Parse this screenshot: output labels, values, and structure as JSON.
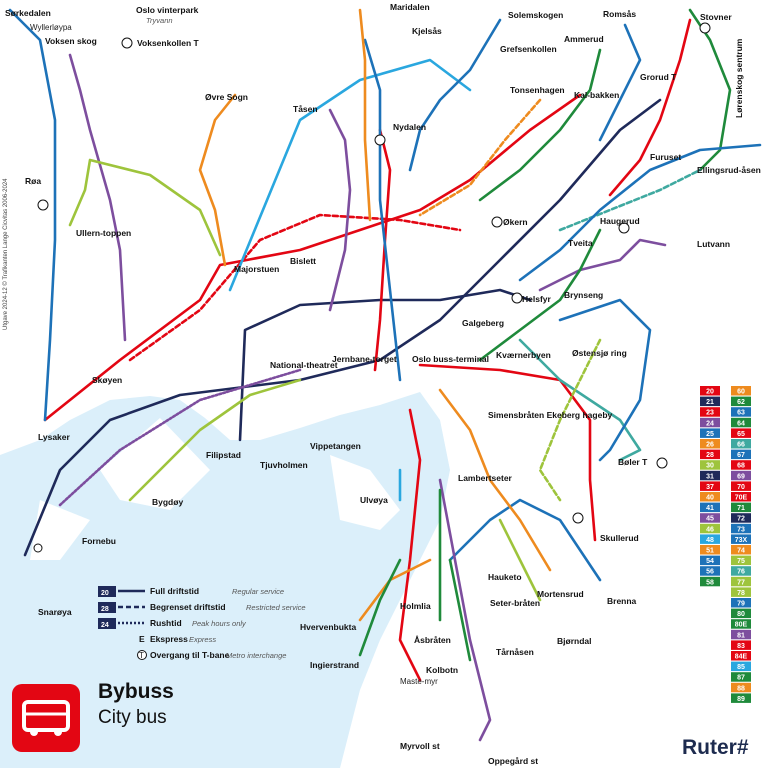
{
  "title": {
    "main": "Bybuss",
    "sub": "City bus"
  },
  "brand": "Ruter#",
  "copyright": "Utgave 2024-12 © Trafikanten Lange Cicvitas 2006-2024",
  "colors": {
    "red": "#e30613",
    "darkred": "#b5121b",
    "navy": "#1f2a5a",
    "blue": "#1d72b8",
    "lightblue": "#2aa7df",
    "teal": "#3fa9a0",
    "purple": "#7d4e9e",
    "green": "#5ea53c",
    "lime": "#9ec43c",
    "orange": "#ee8b1f",
    "darkgreen": "#1f8a3b",
    "water": "#dbeffa"
  },
  "legend": [
    {
      "num": "20",
      "label": "Full driftstid",
      "en": "Regular service"
    },
    {
      "num": "28",
      "label": "Begrenset driftstid",
      "en": "Restricted service"
    },
    {
      "num": "24",
      "label": "Rushtid",
      "en": "Peak hours only"
    },
    {
      "num": "E",
      "label": "Ekspress",
      "en": "Express"
    },
    {
      "num": "T",
      "label": "Overgang til T-bane",
      "en": "Metro interchange"
    }
  ],
  "route_list": {
    "left": [
      "20",
      "21",
      "23",
      "24",
      "25",
      "26",
      "28",
      "30",
      "31",
      "37",
      "40",
      "41",
      "45",
      "46",
      "48",
      "51",
      "54",
      "56",
      "58"
    ],
    "right": [
      "60",
      "62",
      "63",
      "64",
      "65",
      "66",
      "67",
      "68",
      "69",
      "70",
      "70E",
      "71",
      "72",
      "73",
      "73X",
      "74",
      "75",
      "76",
      "77",
      "78",
      "79",
      "80",
      "80E",
      "81",
      "83",
      "84E",
      "85",
      "87",
      "88",
      "89"
    ]
  },
  "stops": {
    "Sorkedalen": "Sørkedalen",
    "Wyllerloypa": "Wyllerløypa",
    "Voksen_skog": "Voksen skog",
    "Oslo_vinterpark": "Oslo vinterpark",
    "Tryvann": "Tryvann",
    "Voksenkollen": "Voksenkollen T",
    "Maridalen": "Maridalen",
    "Solemskogen": "Solemskogen",
    "Kjelsaas": "Kjelsås",
    "Romsaas": "Romsås",
    "Stovner": "Stovner",
    "Grefsenkollen": "Grefsenkollen",
    "Ammerud": "Ammerud",
    "Grorud": "Grorud T",
    "Kalbakken": "Kal-bakken",
    "Tonsenhagen": "Tonsenhagen",
    "Ovre_Sogn": "Øvre Sogn",
    "Tasen": "Tåsen",
    "Nydalen": "Nydalen",
    "Roa": "Røa",
    "Ullerntoppen": "Ullern-toppen",
    "Majorstuen": "Majorstuen",
    "Bislett": "Bislett",
    "Okern": "Økern",
    "Tveita": "Tveita",
    "Lutvann": "Lutvann",
    "Haugerud": "Haugerud",
    "Furuset": "Furuset",
    "Ellingsrudaasen": "Ellingsrud-åsen",
    "Helsfyr": "Helsfyr",
    "Brynseng": "Brynseng",
    "Galgeberg": "Galgeberg",
    "Skoyen": "Skøyen",
    "Nationaltheatret": "National-theatret",
    "Jernbanetorget": "Jernbane-torget",
    "Oslo_bussterminal": "Oslo buss-terminal",
    "Kvaernerbyen": "Kværnerbyen",
    "Ostensjo_ring": "Østensjø ring",
    "Lysaker": "Lysaker",
    "Filipstad": "Filipstad",
    "Tjuvholmen": "Tjuvholmen",
    "Vippetangen": "Vippetangen",
    "Simensbraaten": "Simensbråten Ekeberg hageby",
    "Boler": "Bøler T",
    "Bygdoy": "Bygdøy",
    "Fornebu": "Fornebu",
    "Snaroya": "Snarøya",
    "Ulvoya": "Ulvøya",
    "Lambertseter": "Lambertseter",
    "Skullerud": "Skullerud",
    "Hauketo": "Hauketo",
    "Holmlia": "Holmlia",
    "Mortensrud": "Mortensrud",
    "Brenna": "Brenna",
    "Setraaten": "Seter-bråten",
    "Bjorndal": "Bjørndal",
    "Hvervenbukta": "Hvervenbukta",
    "Ingierstrand": "Ingierstrand",
    "Asbraten": "Åsbråten",
    "Kolbotn": "Kolbotn",
    "Tarnaasen": "Tårnåsen",
    "Mastemyr": "Maste-myr",
    "Myrvoll": "Myrvoll st",
    "Oppegaard": "Oppegård st",
    "Lorenskog": "Lørenskog sentrum"
  }
}
